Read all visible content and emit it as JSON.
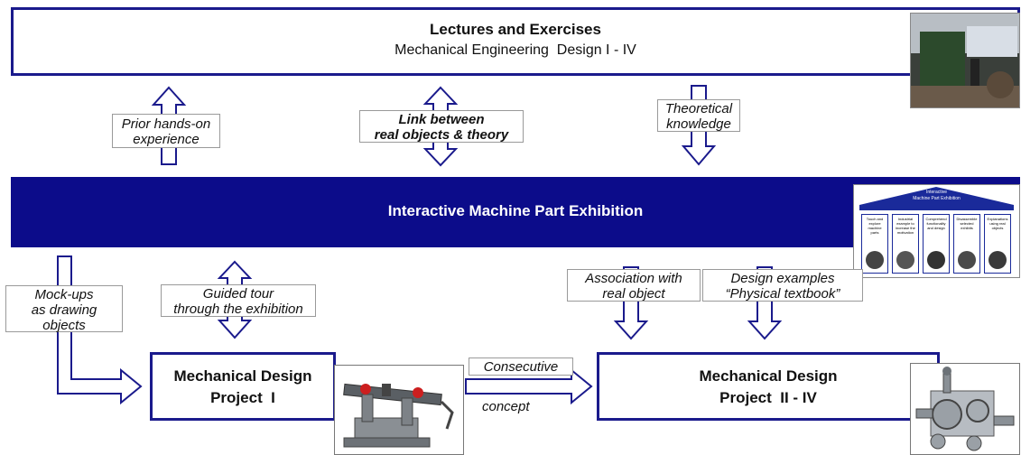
{
  "top_box": {
    "title": "Lectures and Exercises",
    "subtitle": "Mechanical Engineering  Design I - IV"
  },
  "band": {
    "label": "Interactive Machine Part Exhibition"
  },
  "labels": {
    "prior_line1": "Prior hands-on",
    "prior_line2": "experience",
    "link_line1": "Link between",
    "link_line2": "real objects & theory",
    "theory_line1": "Theoretical",
    "theory_line2": "knowledge",
    "mockups_line1": "Mock-ups",
    "mockups_line2": "as drawing",
    "mockups_line3": "objects",
    "tour_line1": "Guided tour",
    "tour_line2": "through the exhibition",
    "assoc_line1": "Association with",
    "assoc_line2": "real object",
    "design_line1": "Design examples",
    "design_line2": "“Physical textbook”",
    "consecutive": "Consecutive",
    "concept": "concept"
  },
  "project1": {
    "line1": "Mechanical Design",
    "line2": "Project  I"
  },
  "project2": {
    "line1": "Mechanical Design",
    "line2": "Project  II - IV"
  },
  "exhibit_thumb": {
    "title_line1": "Interactive",
    "title_line2": "Machine Part Exhibition",
    "panels": [
      "Touch and explore machine parts",
      "Industrial example to increase the motivation",
      "Comprehend functionality and design",
      "Disassemble selected exhibits",
      "Explanations using real objects"
    ]
  },
  "colors": {
    "navy": "#0c0c8a",
    "border": "#1a1a8c",
    "arrow_stroke": "#1a1a8c"
  }
}
